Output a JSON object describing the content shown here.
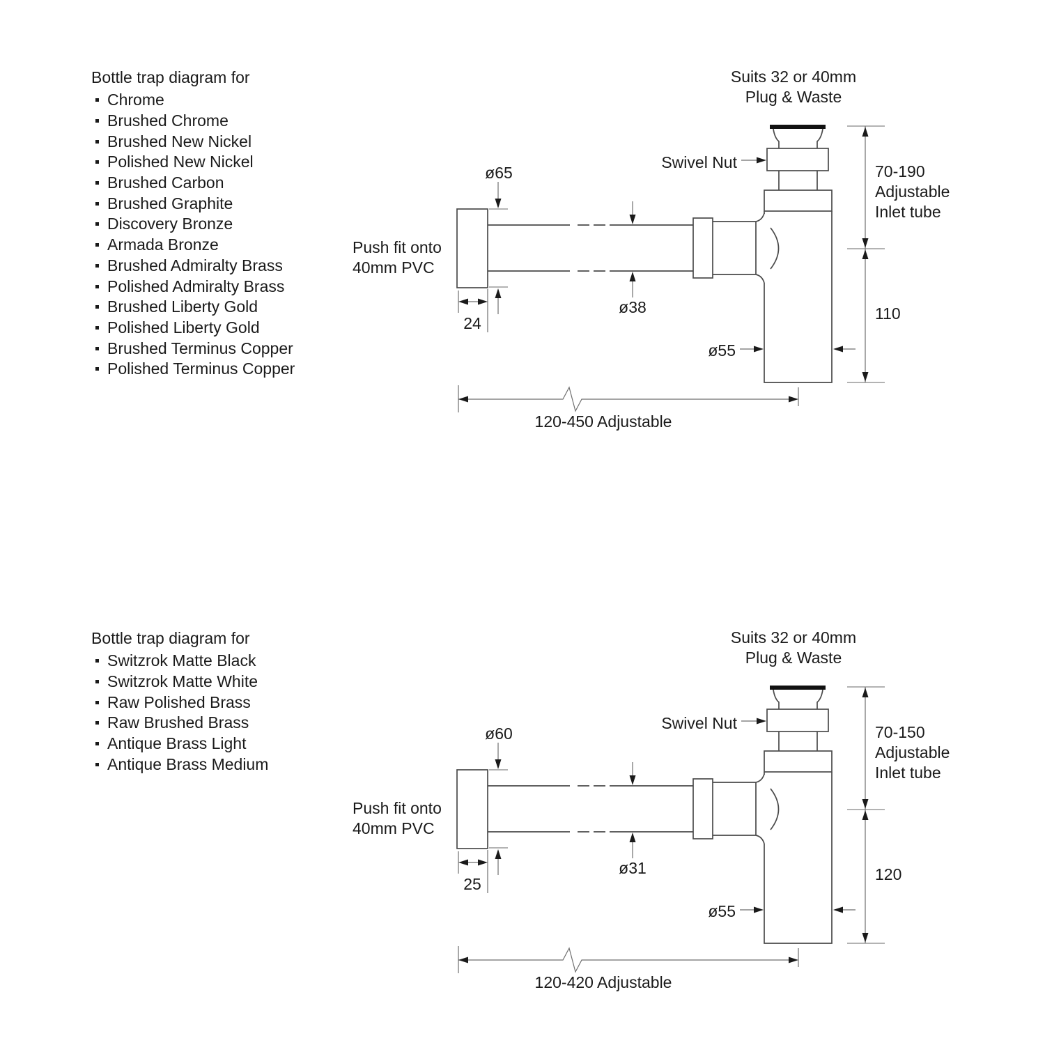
{
  "colors": {
    "background": "#ffffff",
    "text": "#1a1a1a",
    "drawing_outline": "#4a4a4a",
    "dimension_line": "#6e6e6e",
    "extension_tick": "#b3b3b3",
    "arrowhead": "#1a1a1a"
  },
  "diagrams": [
    {
      "list_title": "Bottle trap diagram for",
      "finishes": [
        "Chrome",
        "Brushed Chrome",
        "Brushed New Nickel",
        "Polished New Nickel",
        "Brushed Carbon",
        "Brushed Graphite",
        "Discovery Bronze",
        "Armada Bronze",
        "Brushed Admiralty Brass",
        "Polished Admiralty Brass",
        "Brushed Liberty Gold",
        "Polished Liberty Gold",
        "Brushed Terminus Copper",
        "Polished Terminus Copper"
      ],
      "plug_waste_line1": "Suits 32 or 40mm",
      "plug_waste_line2": "Plug & Waste",
      "swivel_nut": "Swivel Nut",
      "push_fit_line1": "Push fit onto",
      "push_fit_line2": "40mm PVC",
      "dims": {
        "coupling_diameter": "ø65",
        "coupling_length": "24",
        "pipe_diameter": "ø38",
        "inlet_range": "70-190",
        "inlet_line2": "Adjustable",
        "inlet_line3": "Inlet tube",
        "body_height": "110",
        "body_diameter": "ø55",
        "overall_length": "120-450 Adjustable"
      }
    },
    {
      "list_title": "Bottle trap diagram for",
      "finishes": [
        "Switzrok Matte Black",
        "Switzrok Matte White",
        "Raw Polished Brass",
        "Raw Brushed Brass",
        "Antique Brass Light",
        "Antique Brass Medium"
      ],
      "plug_waste_line1": "Suits 32 or 40mm",
      "plug_waste_line2": "Plug & Waste",
      "swivel_nut": "Swivel Nut",
      "push_fit_line1": "Push fit onto",
      "push_fit_line2": "40mm PVC",
      "dims": {
        "coupling_diameter": "ø60",
        "coupling_length": "25",
        "pipe_diameter": "ø31",
        "inlet_range": "70-150",
        "inlet_line2": "Adjustable",
        "inlet_line3": "Inlet tube",
        "body_height": "120",
        "body_diameter": "ø55",
        "overall_length": "120-420 Adjustable"
      }
    }
  ]
}
